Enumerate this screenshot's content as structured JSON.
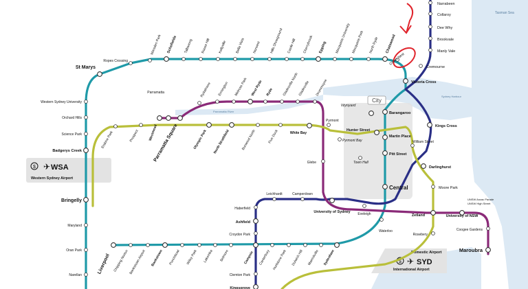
{
  "colors": {
    "water": "#dce9f4",
    "teal_line": "#1f9aa8",
    "navy_line": "#2a2f86",
    "purple_line": "#8a2a78",
    "olive_line": "#b9bf3a",
    "annotation_red": "#e0242c",
    "interchange_fill": "#ffffff",
    "area_box": "#e3e3e3"
  },
  "water_labels": {
    "tasman_sea": "Tasman Sea",
    "parramatta_river": "Parramatta River",
    "sydney_harbour": "Sydney Harbour"
  },
  "areas": {
    "city": "City",
    "wsa": "WSA",
    "wsa_full": "Western Sydney Airport",
    "syd": "SYD",
    "domestic_airport": "Domestic Airport",
    "international_airport": "International Airport"
  },
  "stations": {
    "narrabeen": "Narrabeen",
    "collaroy": "Collaroy",
    "dee_why": "Dee Why",
    "brookvale": "Brookvale",
    "manly_vale": "Manly Vale",
    "cremourne": "Cremourne",
    "crows_nest": "Crows Nest",
    "victoria_cross": "Victoria Cross",
    "chatswood": "Chatswood",
    "north_ryde": "North Ryde",
    "macquarie_park": "Macquarie Park",
    "macquarie_university": "Macquarie University",
    "epping": "Epping",
    "cherrybrook": "Cherrybrook",
    "castle_hill": "Castle Hill",
    "hills_showground": "Hills Showground",
    "norwest": "Norwest",
    "bella_vista": "Bella Vista",
    "kellyville": "Kellyville",
    "rouse_hill": "Rouse Hill",
    "tallawong": "Tallawong",
    "schofields": "Schofields",
    "marsden_park": "Marsden Park",
    "ropes_crossing": "Ropes Crossing",
    "st_marys": "St Marys",
    "western_sydney_university": "Western Sydney University",
    "orchard_hills": "Orchard Hills",
    "science_park": "Science Park",
    "badgerys_creek": "Badgerys Creek",
    "bringelly": "Bringelly",
    "maryland": "Maryland",
    "oran_park": "Oran Park",
    "narellan": "Narellan",
    "erskine_park": "Erskine Park",
    "prospect": "Prospect",
    "westmead": "Westmead",
    "parramatta": "Parramatta",
    "parramatta_square": "Parramatta Square",
    "rydalmere": "Rydalmere",
    "ermington": "Ermington",
    "melrose_park": "Melrose Park",
    "west_ryde": "West Ryde",
    "ryde": "Ryde",
    "gladesville_north": "Gladesville North",
    "gladesville": "Gladesville",
    "drummoyne": "Drummoyne",
    "olympic_park": "Olympic Park",
    "north_strathfield": "North Strathfield",
    "burwood_north": "Burwood North",
    "five_dock": "Five Dock",
    "white_bay": "White Bay",
    "pyrmont": "Pyrmont",
    "pyrmont_bay": "Pyrmont Bay",
    "wynyard": "Wynyard",
    "barangaroo": "Barangaroo",
    "hunter_street": "Hunter Street",
    "martin_place": "Martin Place",
    "town_hall": "Town Hall",
    "pitt_street": "Pitt Street",
    "william_street": "William Street",
    "kings_cross": "Kings Cross",
    "darlinghurst": "Darlinghurst",
    "central": "Central",
    "moore_park": "Moore Park",
    "glebe": "Glebe",
    "leichhardt": "Leichhardt",
    "camperdown": "Camperdown",
    "haberfield": "Haberfield",
    "ashfield": "Ashfield",
    "croydon_park": "Croydon Park",
    "campsie": "Campsie",
    "clemton_park": "Clemton Park",
    "kingsgrove": "Kingsgrove",
    "university_of_sydney": "University of Sydney",
    "eveleigh": "Eveleigh",
    "waterloo": "Waterloo",
    "zetland": "Zetland",
    "rosebery": "Rosebery",
    "university_of_nsw": "University of NSW",
    "unsw_anzac_parade": "UNSW Anzac Parade",
    "unsw_high_street": "UNSW High Street",
    "coogee_gardens": "Coogee Gardens",
    "maroubra": "Maroubra",
    "liverpool": "Liverpool",
    "chipping_norton": "Chipping Norton",
    "bankstown_airport": "Bankstown Airport",
    "bankstown": "Bankstown",
    "punchbowl": "Punchbowl",
    "wiley_park": "Wiley Park",
    "lakemba": "Lakemba",
    "belmore": "Belmore",
    "canterbury": "Canterbury",
    "hurlstone_park": "Hurlstone Park",
    "dulwich_hill": "Dulwich Hill",
    "marrickville": "Marrickville",
    "sydenham": "Sydenham"
  }
}
